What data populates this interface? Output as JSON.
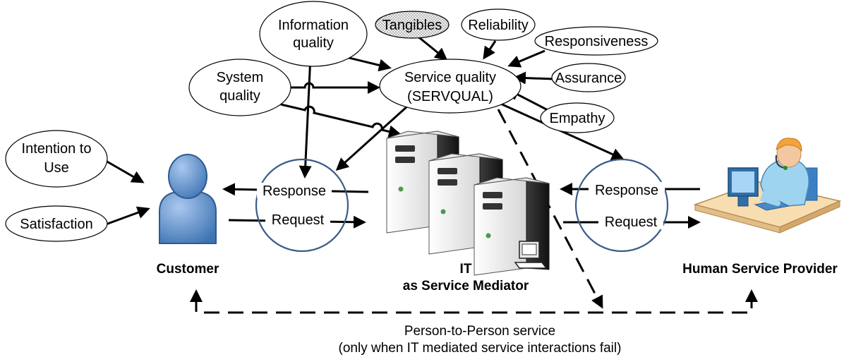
{
  "ovals": {
    "information_quality": [
      "Information",
      "quality"
    ],
    "tangibles": "Tangibles",
    "reliability": "Reliability",
    "responsiveness": "Responsiveness",
    "system_quality": [
      "System",
      "quality"
    ],
    "service_quality": [
      "Service quality",
      "(SERVQUAL)"
    ],
    "assurance": "Assurance",
    "empathy": "Empathy",
    "intention_to_use": [
      "Intention to",
      "Use"
    ],
    "satisfaction": "Satisfaction"
  },
  "flows": {
    "left_response": "Response",
    "left_request": "Request",
    "right_response": "Response",
    "right_request": "Request"
  },
  "actors": {
    "customer": "Customer",
    "it_mediator": [
      "IT",
      "as Service Mediator"
    ],
    "provider": "Human Service Provider"
  },
  "footer": {
    "line1": "Person-to-Person service",
    "line2": "(only when IT mediated service interactions fail)"
  },
  "colors": {
    "person_blue": "#5b8fc9",
    "ring_blue": "#3b5b86",
    "desk": "#f7ddb0",
    "tangibles_fill": "#d0d0d0"
  }
}
